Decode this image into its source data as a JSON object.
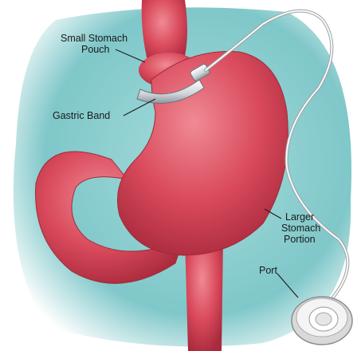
{
  "labels": {
    "pouch_line1": "Small Stomach",
    "pouch_line2": "Pouch",
    "band": "Gastric Band",
    "larger_line1": "Larger",
    "larger_line2": "Stomach",
    "larger_line3": "Portion",
    "port": "Port"
  },
  "colors": {
    "background_teal": "#7fc7c9",
    "stomach": "#d94a5c",
    "band": "#d9dde0",
    "tube": "#f2f2f2"
  },
  "icons": [
    "stomach-illustration",
    "gastric-band-icon",
    "port-icon",
    "tube-line"
  ]
}
